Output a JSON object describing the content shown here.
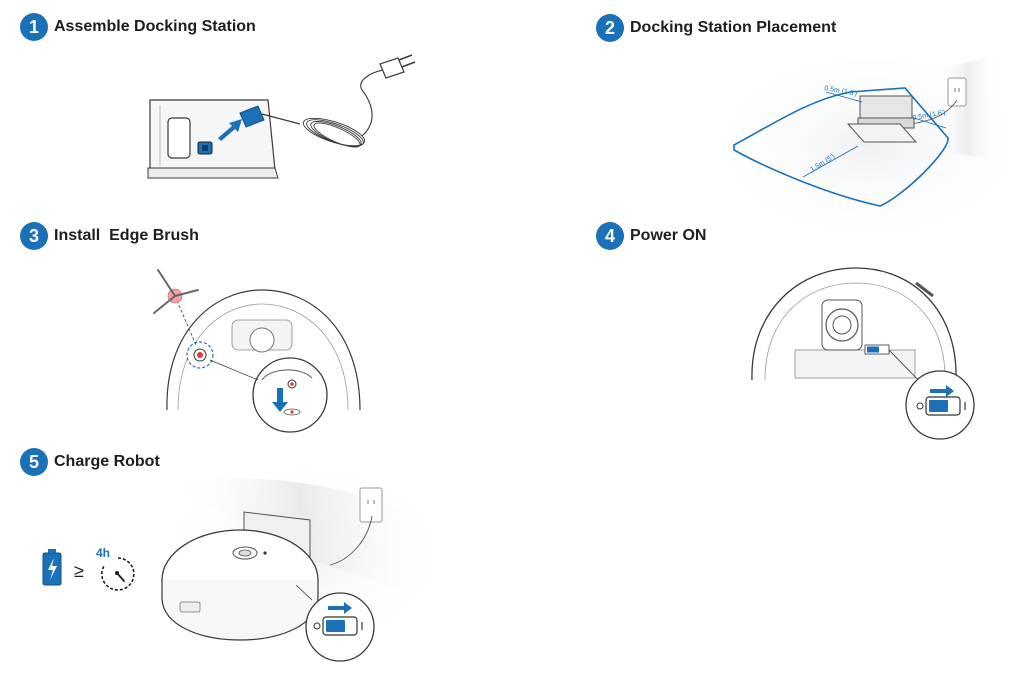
{
  "steps": [
    {
      "number": "1",
      "title": "Assemble Docking Station"
    },
    {
      "number": "2",
      "title": "Docking Station Placement"
    },
    {
      "number": "3",
      "title": "Install  Edge Brush"
    },
    {
      "number": "4",
      "title": "Power ON"
    },
    {
      "number": "5",
      "title": "Charge Robot"
    }
  ],
  "placement": {
    "clearance_side_left": "0.5m (1.6')",
    "clearance_side_right": "0.5m (1.6')",
    "clearance_front": "1.5m (5')"
  },
  "charge": {
    "symbol": "≥",
    "duration": "4h"
  },
  "colors": {
    "accent": "#1a71b8",
    "line": "#3a3a3a",
    "highlight": "#e23a3a"
  }
}
